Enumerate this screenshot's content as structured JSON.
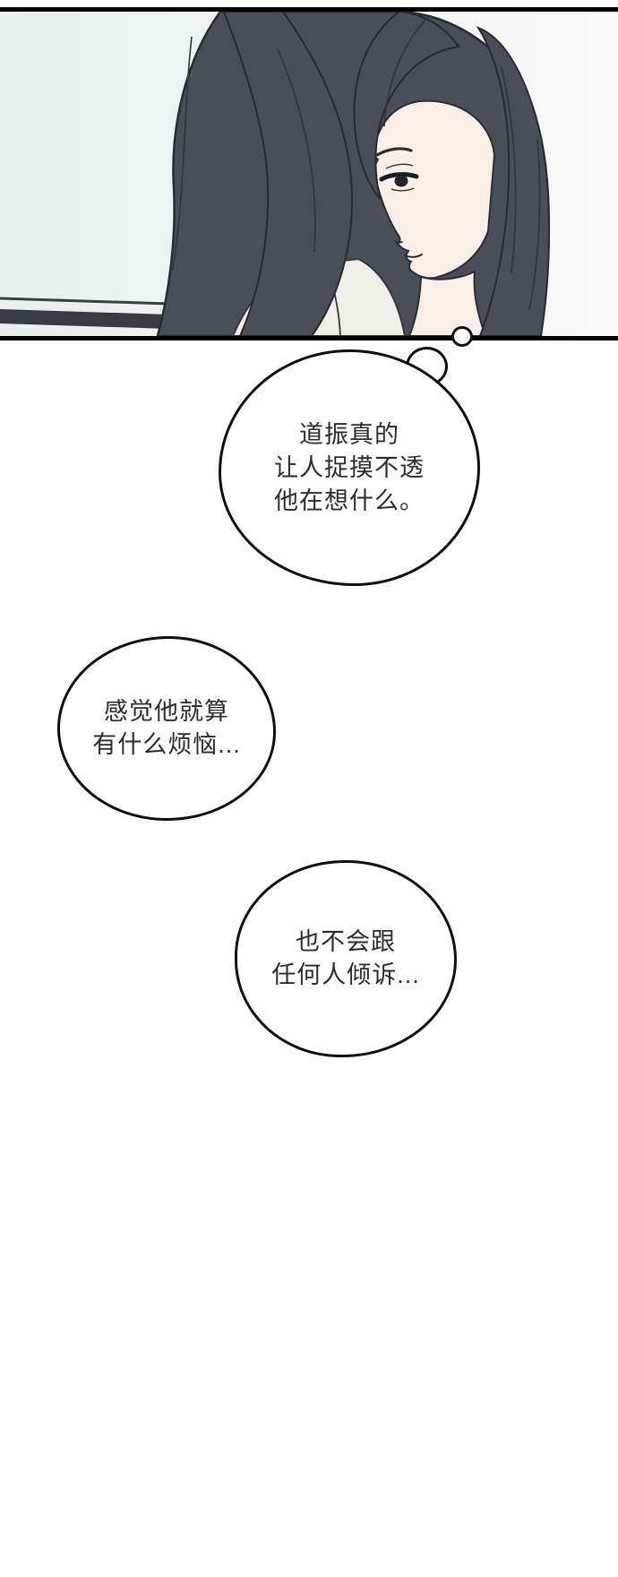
{
  "panel": {
    "type": "webtoon-illustration",
    "background_left": "#e8efee",
    "background_right": "#f6faf9",
    "border_color": "#000000",
    "illustration": {
      "subject": "long dark-haired woman seen in profile, glancing to the left",
      "hair_color": "#4a4e56",
      "hair_outline_color": "#272a30",
      "skin_color": "#f8efe8",
      "shirt_color": "#f2eee8",
      "desk_color": "#383b41"
    }
  },
  "bubbles": [
    {
      "lines": [
        "道振真的",
        "让人捉摸不透",
        "他在想什么。"
      ]
    },
    {
      "lines": [
        "感觉他就算",
        "有什么烦恼..."
      ]
    },
    {
      "lines": [
        "也不会跟",
        "任何人倾诉..."
      ]
    }
  ],
  "style": {
    "bubble_border": "#0f0f0f",
    "bubble_fill": "#ffffff",
    "text_color": "#2b2b2b"
  }
}
